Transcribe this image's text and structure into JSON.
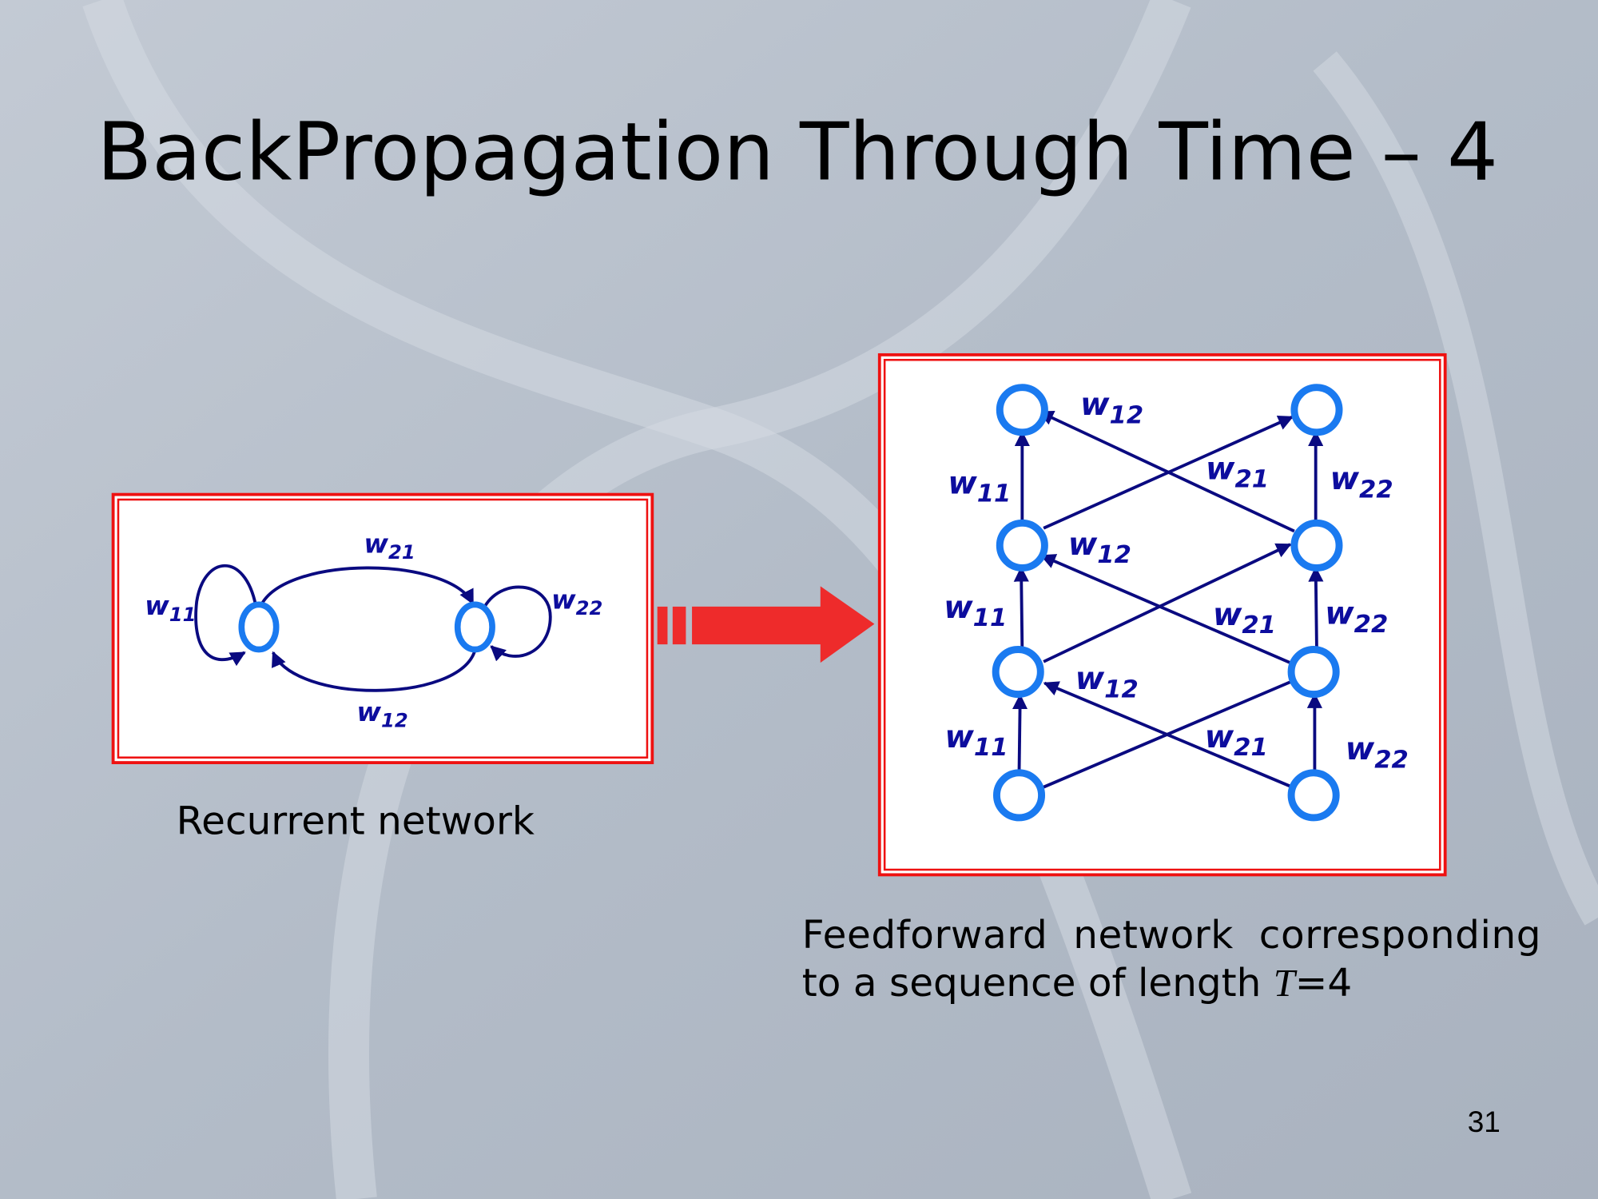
{
  "slide": {
    "title": "BackPropagation Through Time – 4",
    "page_number": "31",
    "colors": {
      "frame": "#ee1111",
      "node": "#1a7af0",
      "edge": "#0a0a80",
      "arrow": "#ee2b2b"
    }
  },
  "recurrent": {
    "caption": "Recurrent network",
    "labels": {
      "w11": [
        "w",
        "11"
      ],
      "w12": [
        "w",
        "12"
      ],
      "w21": [
        "w",
        "21"
      ],
      "w22": [
        "w",
        "22"
      ]
    }
  },
  "feedforward": {
    "caption_line1": "Feedforward  network  corresponding",
    "caption_line2_prefix": "to a sequence of length ",
    "caption_var": "T",
    "caption_eq": "=4",
    "labels": {
      "w": "w",
      "s11": "11",
      "s12": "12",
      "s21": "21",
      "s22": "22"
    }
  }
}
